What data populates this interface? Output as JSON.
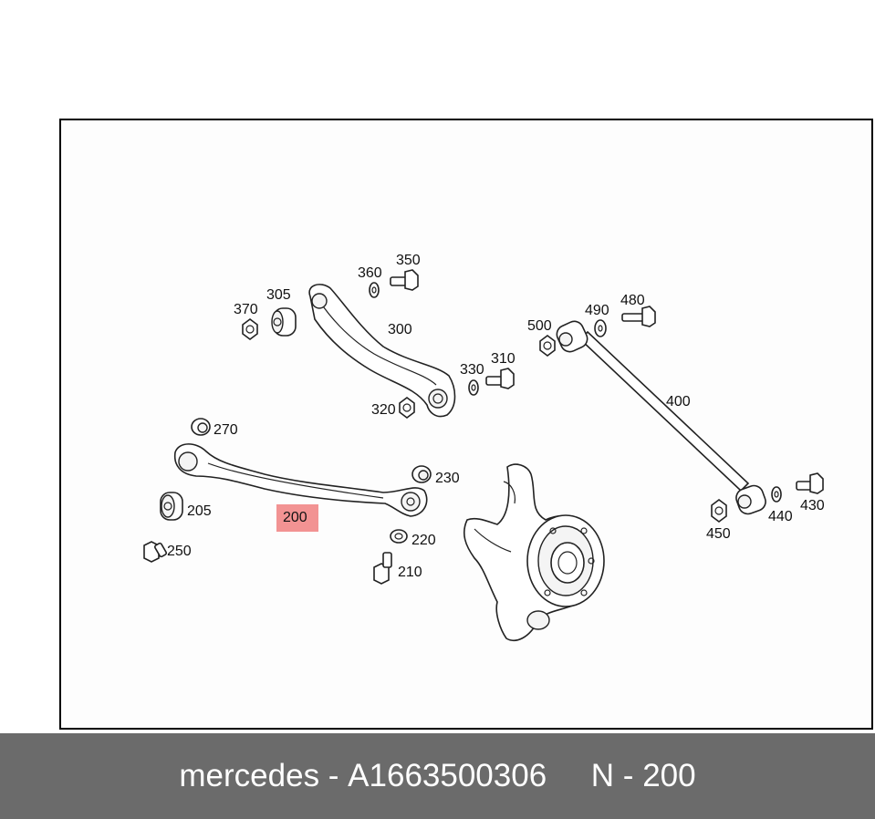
{
  "diagram": {
    "highlight_label": "200",
    "labels": {
      "l350": "350",
      "l360": "360",
      "l305": "305",
      "l370": "370",
      "l300": "300",
      "l480": "480",
      "l490": "490",
      "l500": "500",
      "l310": "310",
      "l330": "330",
      "l320": "320",
      "l400": "400",
      "l270": "270",
      "l230": "230",
      "l205": "205",
      "l200": "200",
      "l220": "220",
      "l250": "250",
      "l210": "210",
      "l430": "430",
      "l440": "440",
      "l450": "450"
    }
  },
  "footer": {
    "brand": "mercedes",
    "separator": " - ",
    "part_number": "A1663500306",
    "gap": "     ",
    "position_prefix": "N - ",
    "position": "200"
  }
}
